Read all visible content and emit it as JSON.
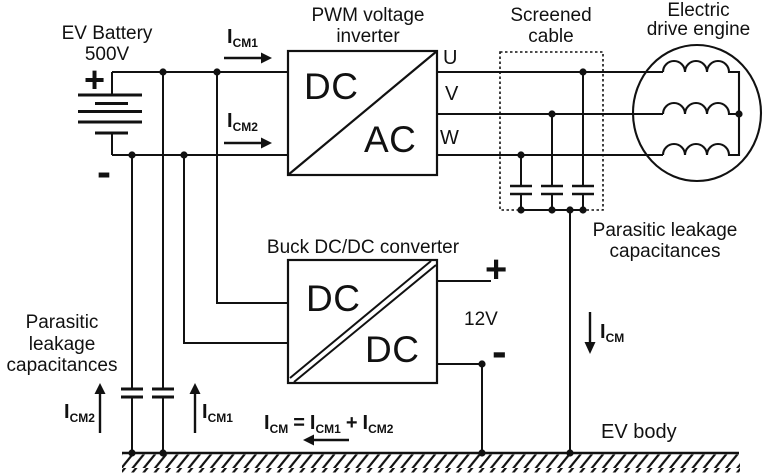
{
  "battery": {
    "name_line1": "EV Battery",
    "name_line2": "500V",
    "plus": "+",
    "minus": "-"
  },
  "inverter": {
    "title_line1": "PWM voltage",
    "title_line2": "inverter",
    "side_in": "DC",
    "side_out": "AC"
  },
  "phases": {
    "u": "U",
    "v": "V",
    "w": "W"
  },
  "screened_cable": {
    "title_line1": "Screened",
    "title_line2": "cable"
  },
  "motor": {
    "title_line1": "Electric",
    "title_line2": "drive engine"
  },
  "buck": {
    "title": "Buck DC/DC converter",
    "side_in": "DC",
    "side_out": "DC",
    "plus": "+",
    "minus": "-",
    "output_voltage": "12V"
  },
  "parasitic_left": {
    "line1": "Parasitic",
    "line2": "leakage",
    "line3": "capacitances"
  },
  "parasitic_right": {
    "line1": "Parasitic leakage",
    "line2": "capacitances"
  },
  "currents": {
    "icm1_top": {
      "base": "I",
      "sub": "CM1"
    },
    "icm2_top": {
      "base": "I",
      "sub": "CM2"
    },
    "icm2_ground": {
      "base": "I",
      "sub": "CM2"
    },
    "icm1_ground": {
      "base": "I",
      "sub": "CM1"
    },
    "icm_body": {
      "base": "I",
      "sub": "CM"
    }
  },
  "equation": {
    "lhs_base": "I",
    "lhs_sub": "CM",
    "equals": "=",
    "t1_base": "I",
    "t1_sub": "CM1",
    "plus": "+",
    "t2_base": "I",
    "t2_sub": "CM2"
  },
  "ground": {
    "label": "EV body"
  },
  "colors": {
    "ink": "#111111",
    "background": "#ffffff"
  }
}
